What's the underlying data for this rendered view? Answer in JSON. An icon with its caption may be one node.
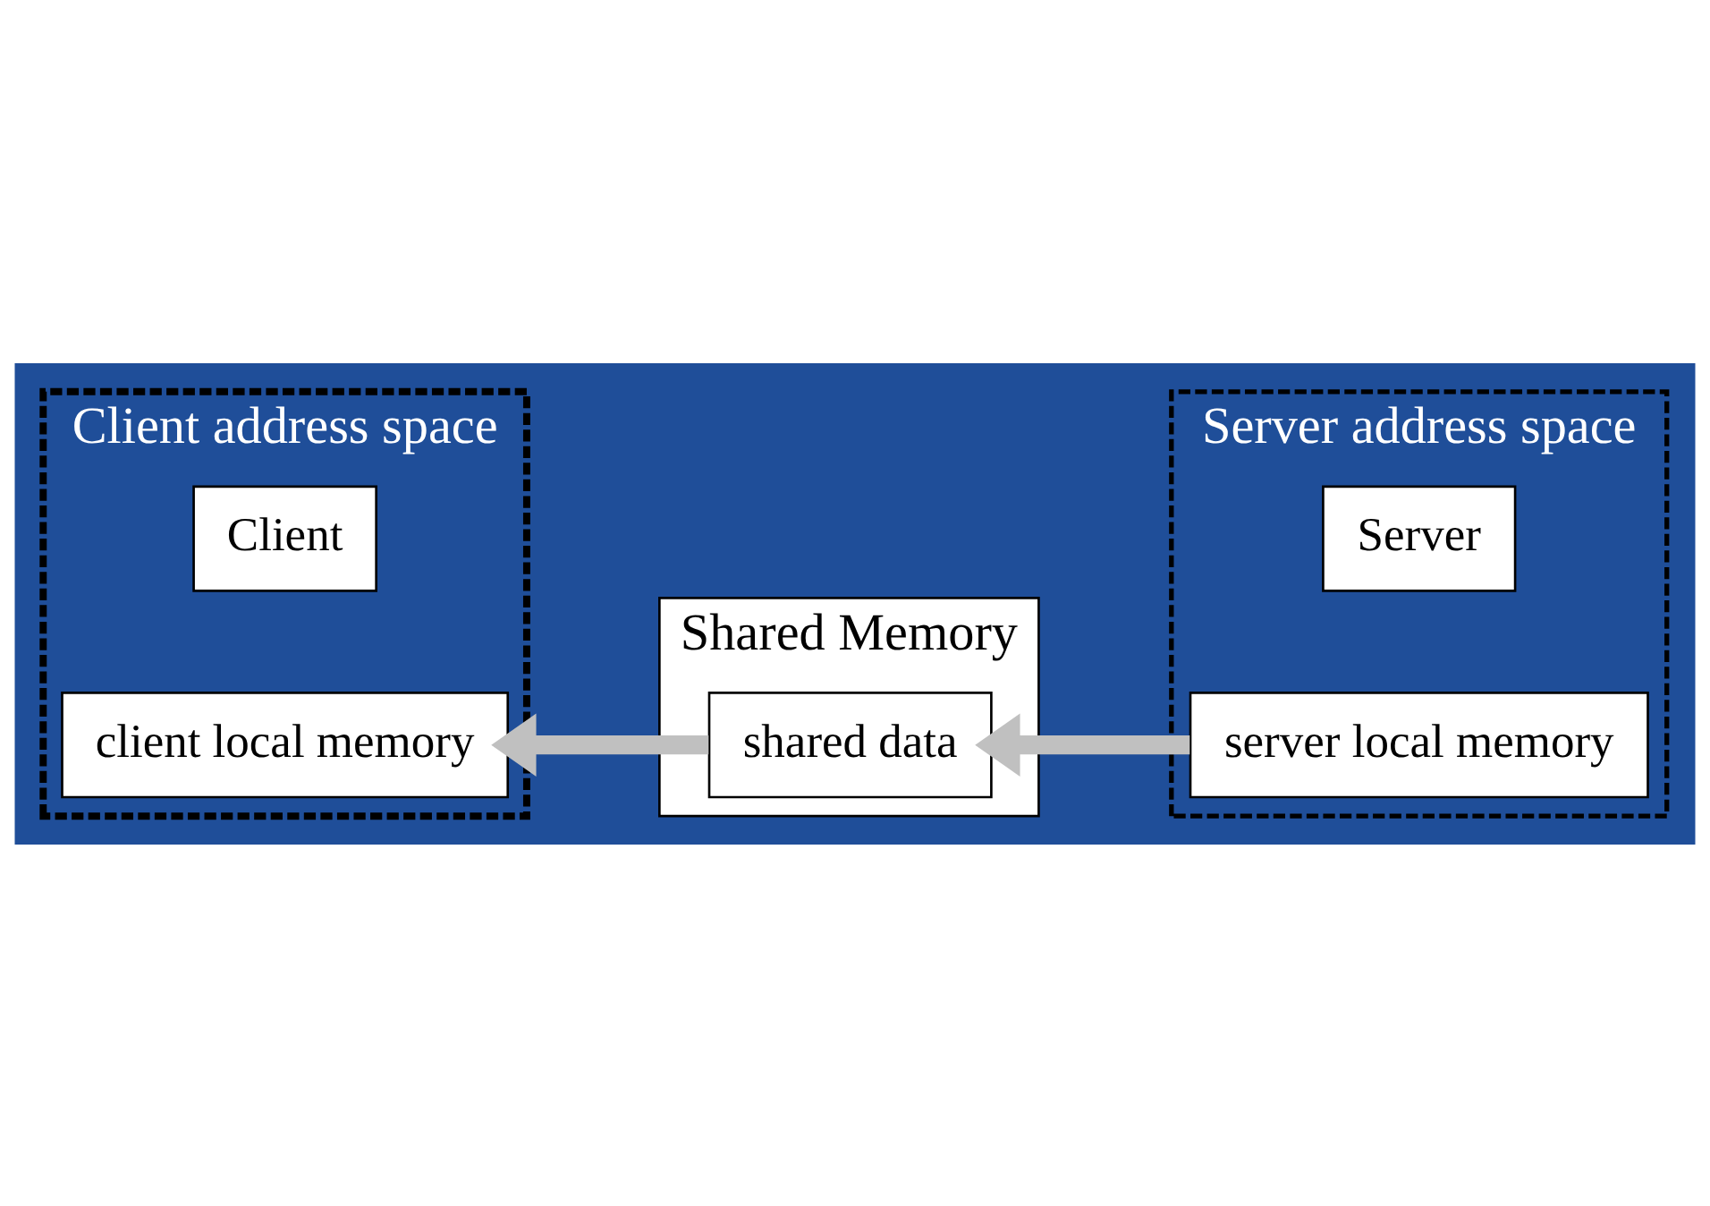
{
  "diagram": {
    "nodes": [
      {
        "text": [
          "Client address space"
        ]
      },
      {
        "text": [
          "Client"
        ],
        "in": 0
      },
      {
        "text": [
          "client local memory"
        ],
        "in": 0
      },
      {
        "text": [
          "Server address space"
        ]
      },
      {
        "text": [
          "Server"
        ],
        "in": 3
      },
      {
        "text": [
          "server local memory"
        ],
        "in": 3
      },
      {
        "text": [
          "Shared Memory"
        ]
      },
      {
        "text": [
          "shared data"
        ],
        "in": 6
      }
    ],
    "edges": [
      {
        "from": 7,
        "to": 2,
        "arrow": "to"
      },
      {
        "from": 5,
        "to": 7,
        "arrow": "to"
      }
    ]
  }
}
